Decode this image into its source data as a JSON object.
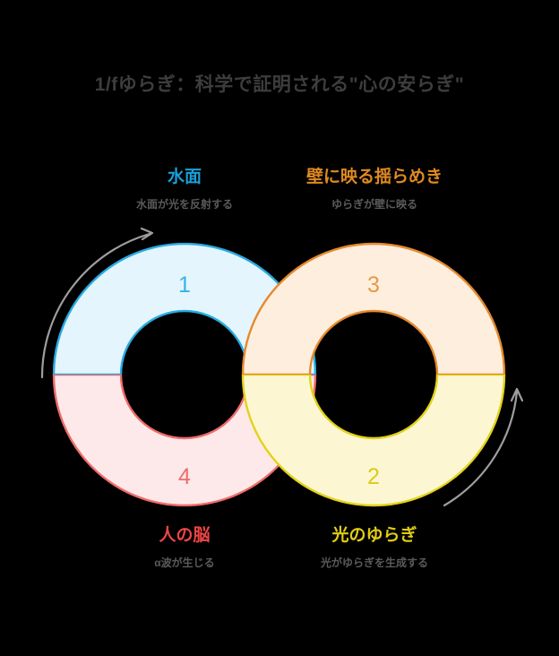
{
  "page": {
    "title": "1/fゆらぎ：科学で証明される\"心の安らぎ\"",
    "background_color": "#000000",
    "title_color": "#3d3d3d"
  },
  "diagram": {
    "type": "figure-eight-cycle",
    "arrow_color": "#9e9e9e",
    "nodes": [
      {
        "id": "water-surface",
        "number": "1",
        "title": "水面",
        "description": "水面が光を反射する",
        "stroke_color": "#29abe2",
        "fill_color": "#e4f5fd",
        "title_color": "#1a9fd9",
        "number_color": "#35b3e6",
        "position": "left-top"
      },
      {
        "id": "light-flicker",
        "number": "2",
        "title": "光のゆらぎ",
        "description": "光がゆらぎを生成する",
        "stroke_color": "#e3d219",
        "fill_color": "#fcf7d2",
        "title_color": "#e0cc14",
        "number_color": "#ddc91c",
        "position": "right-bottom"
      },
      {
        "id": "wall-shimmer",
        "number": "3",
        "title": "壁に映る揺らめき",
        "description": "ゆらぎが壁に映る",
        "stroke_color": "#e58a2e",
        "fill_color": "#fdeede",
        "title_color": "#e08a22",
        "number_color": "#e89a43",
        "position": "right-top"
      },
      {
        "id": "human-brain",
        "number": "4",
        "title": "人の脳",
        "description": "α波が生じる",
        "stroke_color": "#ef6b6b",
        "fill_color": "#fde9e9",
        "title_color": "#ef4444",
        "number_color": "#ef6b6b",
        "position": "left-bottom"
      }
    ],
    "arrows": [
      {
        "id": "arrow-left",
        "direction": "clockwise-up",
        "color": "#9e9e9e"
      },
      {
        "id": "arrow-right",
        "direction": "counterclockwise-up",
        "color": "#9e9e9e"
      }
    ]
  }
}
